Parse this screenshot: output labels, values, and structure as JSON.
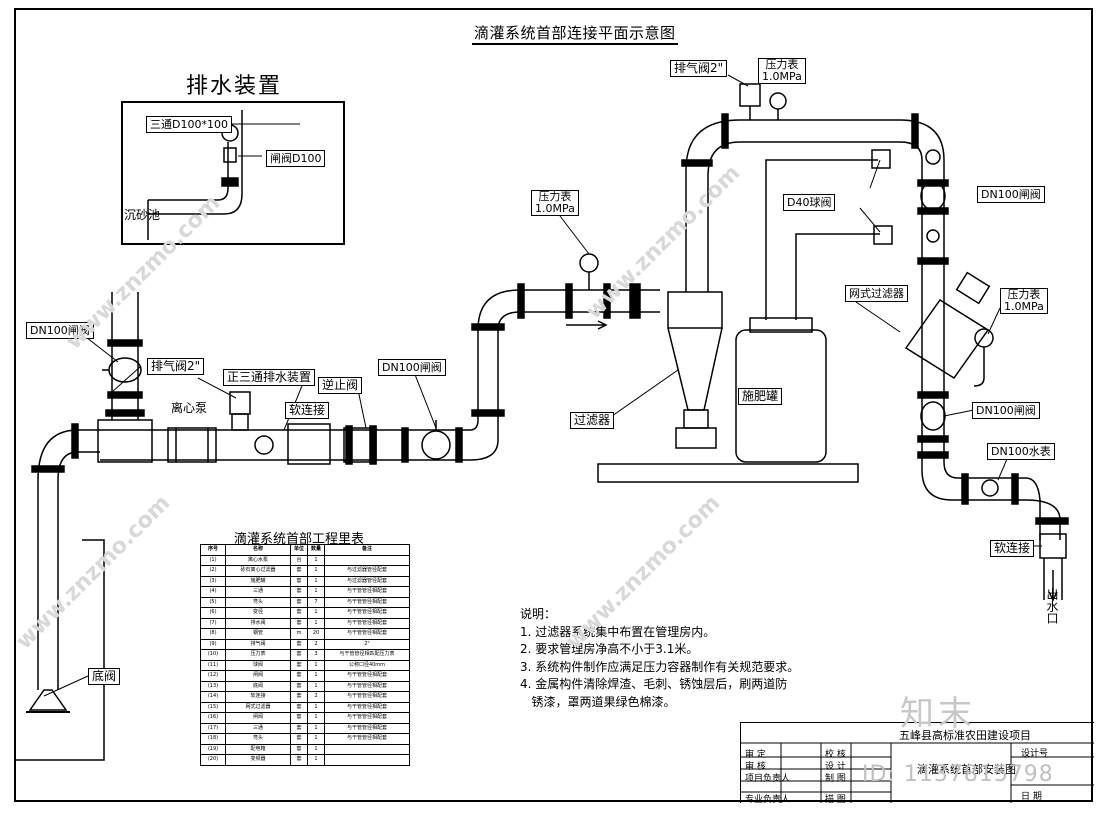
{
  "title": "滴灌系统首部连接平面示意图",
  "drain": {
    "title": "排水装置",
    "tee": "三通D100*100",
    "gate": "闸阀D100",
    "tank": "沉砂池"
  },
  "labels": {
    "dn100_left": "DN100闸阀",
    "exhaust_pump": "排气阀2\"",
    "pump": "离心泵",
    "tee_drain": "正三通排水装置",
    "check": "逆止阀",
    "soft1": "软连接",
    "dn100_mid": "DN100闸阀",
    "gauge_mid_1": "压力表",
    "gauge_mid_2": "1.0MPa",
    "filter": "过滤器",
    "fert_tank": "施肥罐",
    "exhaust_top": "排气阀2\"",
    "gauge_top_1": "压力表",
    "gauge_top_2": "1.0MPa",
    "ball_valve": "D40球阀",
    "dn100_right_top": "DN100闸阀",
    "screen_filter": "网式过滤器",
    "gauge_right_1": "压力表",
    "gauge_right_2": "1.0MPa",
    "dn100_right_bot": "DN100闸阀",
    "water_meter": "DN100水表",
    "soft2": "软连接",
    "outlet": "出水口",
    "foot_valve": "底阀"
  },
  "bom": {
    "title": "滴灌系统首部工程里表",
    "headers": [
      "序号",
      "名称",
      "单位",
      "数量",
      "备注"
    ],
    "rows": [
      [
        "(1)",
        "离心水泵",
        "台",
        "1",
        ""
      ],
      [
        "(2)",
        "砂石离心过滤器",
        "套",
        "1",
        "与过滤器管径配套"
      ],
      [
        "(3)",
        "施肥罐",
        "套",
        "1",
        "与过滤器管径配套"
      ],
      [
        "(4)",
        "三通",
        "套",
        "1",
        "与干管管径相配套"
      ],
      [
        "(5)",
        "弯头",
        "套",
        "7",
        "与干管管径相配套"
      ],
      [
        "(6)",
        "变径",
        "套",
        "1",
        "与干管管径相配套"
      ],
      [
        "(7)",
        "排水阀",
        "套",
        "1",
        "与干管管径相配套"
      ],
      [
        "(8)",
        "钢管",
        "m",
        "20",
        "与干管管径相配套"
      ],
      [
        "(9)",
        "排气阀",
        "套",
        "2",
        "2\""
      ],
      [
        "(10)",
        "压力表",
        "套",
        "3",
        "与干管管径相匹配压力表"
      ],
      [
        "(11)",
        "球阀",
        "套",
        "1",
        "公称口径40mm"
      ],
      [
        "(12)",
        "闸阀",
        "套",
        "1",
        "与干管管径相配套"
      ],
      [
        "(13)",
        "底阀",
        "套",
        "1",
        "与干管管径相配套"
      ],
      [
        "(14)",
        "软连接",
        "套",
        "2",
        "与干管管径相配套"
      ],
      [
        "(15)",
        "网式过滤器",
        "套",
        "1",
        "与干管管径相配套"
      ],
      [
        "(16)",
        "闸阀",
        "套",
        "1",
        "与干管管径相配套"
      ],
      [
        "(17)",
        "三通",
        "套",
        "1",
        "与干管管径相配套"
      ],
      [
        "(18)",
        "弯头",
        "套",
        "1",
        "与干管管径相配套"
      ],
      [
        "(19)",
        "配电箱",
        "套",
        "1",
        ""
      ],
      [
        "(20)",
        "变频器",
        "套",
        "1",
        ""
      ]
    ]
  },
  "notes": {
    "heading": "说明：",
    "items": [
      "1. 过滤器系统集中布置在管理房内。",
      "2. 要求管理房净高不小于3.1米。",
      "3. 系统构件制作应满足压力容器制作有关规范要求。",
      "4. 金属构件清除焊渣、毛刺、锈蚀层后，刷两道防",
      "   锈漆，罩两道果绿色棉漆。"
    ]
  },
  "titleblock": {
    "project": "五峰县高标准农田建设项目",
    "design_no": "设计号",
    "drawing": "滴灌系统首部安装图",
    "r1": [
      "审 定",
      "校 核"
    ],
    "r2": [
      "审 核",
      "设 计"
    ],
    "r3": [
      "项目负责人",
      "制 图"
    ],
    "r4": [
      "专业负责人",
      "描 图"
    ],
    "date": "日 期"
  },
  "watermark": {
    "logo": "知末",
    "id": "ID: 1137815798",
    "site": "www.znzmo.com"
  }
}
